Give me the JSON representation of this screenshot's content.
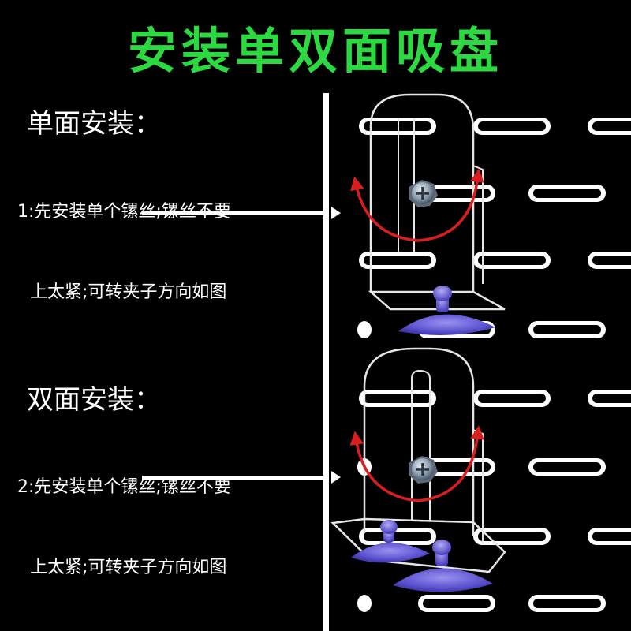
{
  "title": "安装单双面吸盘",
  "single": {
    "heading": "单面安装：",
    "line1": "1:先安装单个镙丝;镙丝不要",
    "line2": "上太紧;可转夹子方向如图"
  },
  "double": {
    "heading": "双面安装：",
    "line1": "2:先安装单个镙丝;镙丝不要",
    "line2": "上太紧;可转夹子方向如图"
  },
  "colors": {
    "title": "#2cd941",
    "arrow": "#d81e1e",
    "suction_cup": "#6b63d9",
    "background": "#000000"
  }
}
